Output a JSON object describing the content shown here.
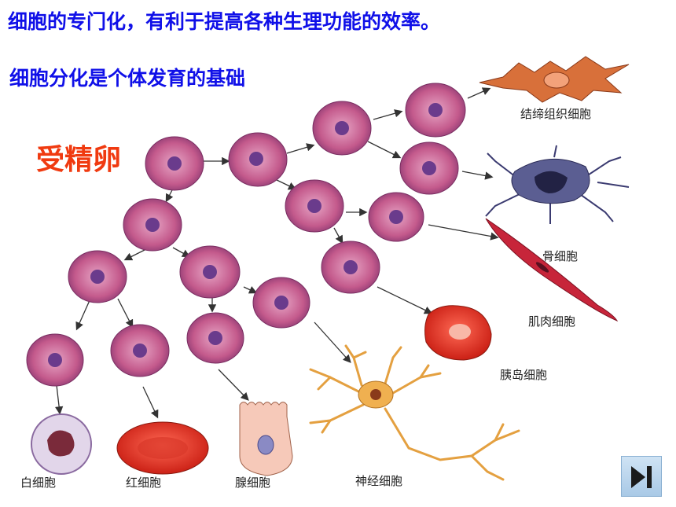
{
  "headings": {
    "line1": "细胞的专门化，有利于提高各种生理功能的效率。",
    "line2": "细胞分化是个体发育的基础"
  },
  "zygote_label": "受精卵",
  "cell_labels": {
    "connective": "结缔组织细胞",
    "bone": "骨细胞",
    "muscle": "肌肉细胞",
    "islet": "胰岛细胞",
    "white_blood": "白细胞",
    "red_blood": "红细胞",
    "gland": "腺细胞",
    "nerve": "神经细胞"
  },
  "colors": {
    "heading": "#1010e8",
    "zygote": "#f03a10",
    "cell_fill": "#c45a8c",
    "cell_nucleus": "#6a3b8c"
  },
  "nav": {
    "next_icon": "skip-forward-icon"
  }
}
